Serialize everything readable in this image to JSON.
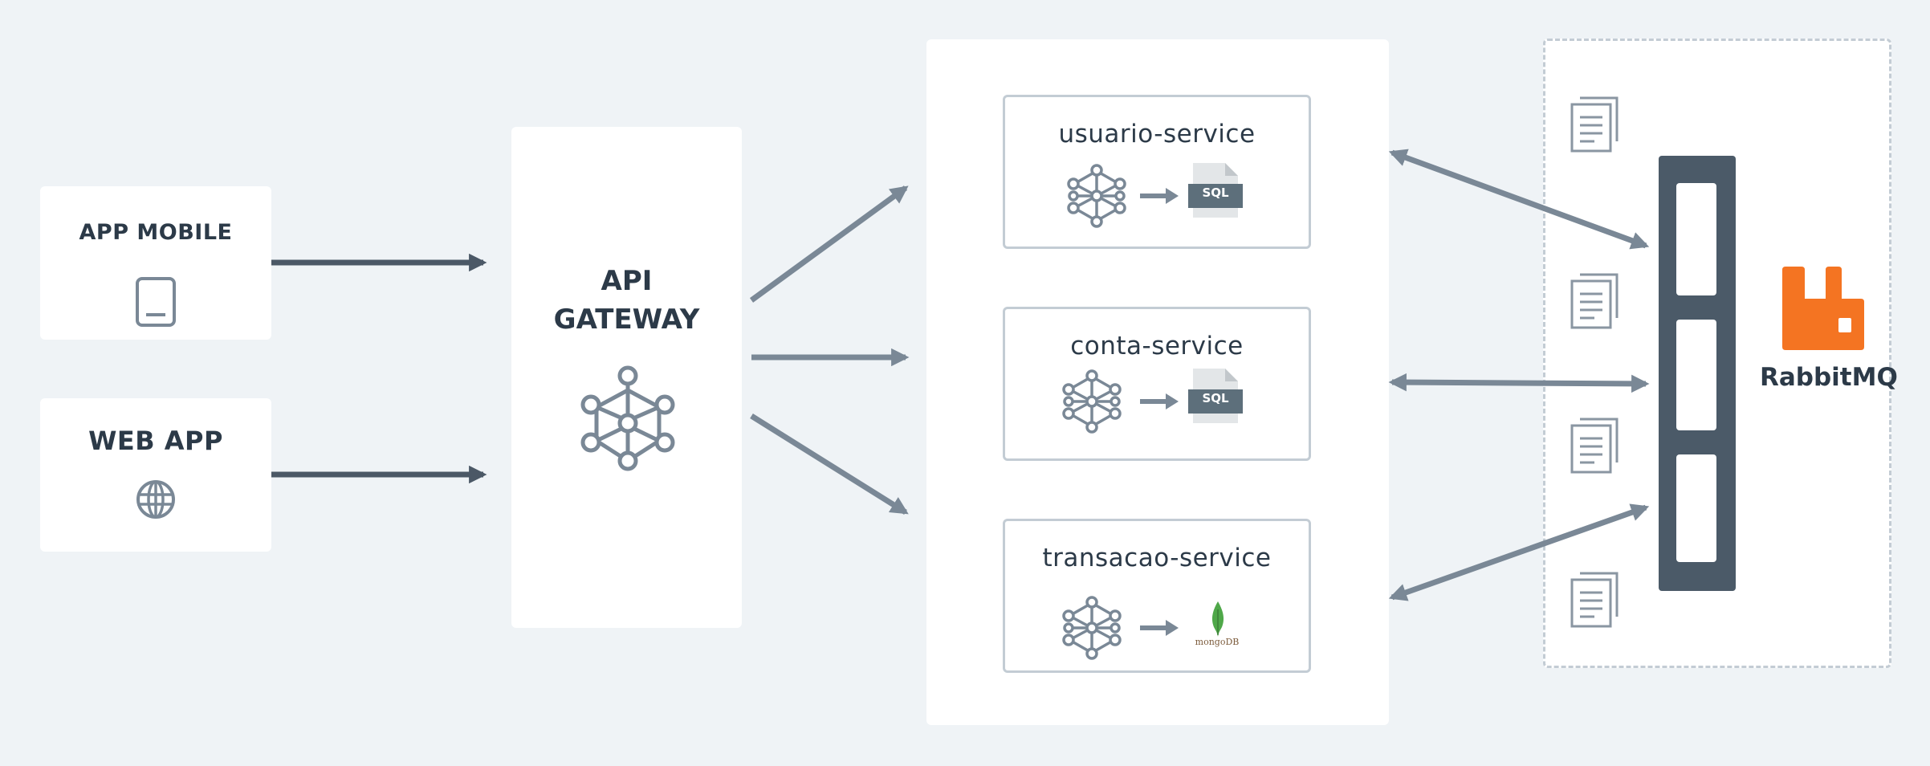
{
  "clients": {
    "mobile": {
      "label": "APP MOBILE",
      "icon": "tablet-icon"
    },
    "web": {
      "label": "WEB APP",
      "icon": "globe-icon"
    }
  },
  "gateway": {
    "line1": "API",
    "line2": "GATEWAY",
    "icon": "network-hub-icon"
  },
  "services": [
    {
      "name": "usuario-service",
      "db": "SQL",
      "db_icon": "sql-file-icon"
    },
    {
      "name": "conta-service",
      "db": "SQL",
      "db_icon": "sql-file-icon"
    },
    {
      "name": "transacao-service",
      "db": "mongoDB",
      "db_icon": "mongodb-leaf-icon"
    }
  ],
  "broker": {
    "label": "RabbitMQ",
    "icon": "rabbitmq-logo-icon",
    "message_icon": "document-icon"
  },
  "colors": {
    "background": "#eff3f6",
    "card": "#ffffff",
    "dark_arrow": "#4b5866",
    "light_arrow": "#7a8896",
    "border": "#c3ccd4",
    "queue": "#4b5a68",
    "rabbit_orange": "#f47422",
    "mongo_green": "#4fa849"
  }
}
